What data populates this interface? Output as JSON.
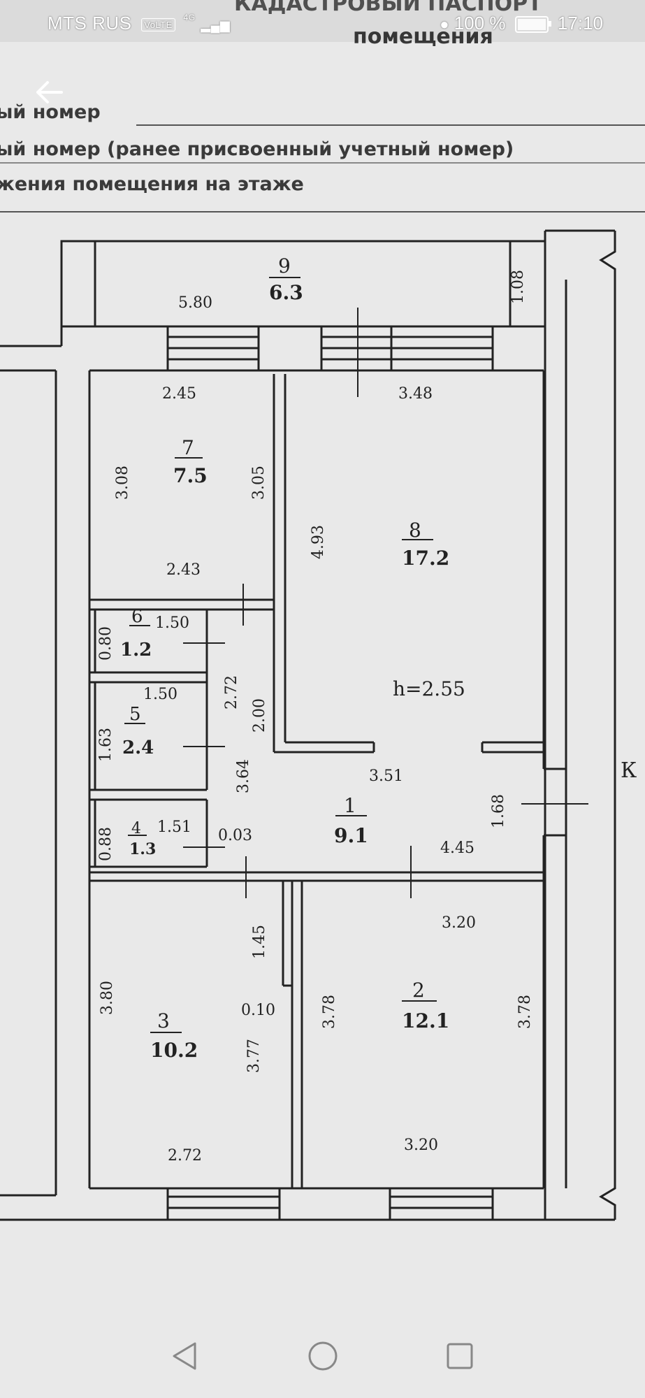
{
  "status_bar": {
    "carrier": "MTS RUS",
    "volte": "VoLTE",
    "network": "4G",
    "battery_text": "100 %",
    "time": "17:10"
  },
  "document": {
    "title_line1": "КАДАСТРОВЫЙ ПАСПОРТ",
    "title_line2": "помещения",
    "field1": "ый номер",
    "field2": "ый номер (ранее присвоенный учетный номер)",
    "field3": "жения помещения на этаже"
  },
  "plan": {
    "rooms": [
      {
        "id": "room-9",
        "number": "9",
        "area": "6.3"
      },
      {
        "id": "room-7",
        "number": "7",
        "area": "7.5"
      },
      {
        "id": "room-8",
        "number": "8",
        "area": "17.2"
      },
      {
        "id": "room-6",
        "number": "6",
        "area": "1.2"
      },
      {
        "id": "room-5",
        "number": "5",
        "area": "2.4"
      },
      {
        "id": "room-4",
        "number": "4",
        "area": "1.3"
      },
      {
        "id": "room-1",
        "number": "1",
        "area": "9.1"
      },
      {
        "id": "room-3",
        "number": "3",
        "area": "10.2"
      },
      {
        "id": "room-2",
        "number": "2",
        "area": "12.1"
      }
    ],
    "height": "h=2.55",
    "side_label": "К",
    "dimensions": {
      "d580": "5.80",
      "d108": "1.08",
      "d245": "2.45",
      "d348": "3.48",
      "d308": "3.08",
      "d305": "3.05",
      "d493": "4.93",
      "d243": "2.43",
      "d150a": "1.50",
      "d080": "0.80",
      "d150b": "1.50",
      "d272v": "2.72",
      "d200": "2.00",
      "d163": "1.63",
      "d364": "3.64",
      "d351": "3.51",
      "d168": "1.68",
      "d088": "0.88",
      "d151": "1.51",
      "d003": "0.03",
      "d445": "4.45",
      "d320a": "3.20",
      "d145": "1.45",
      "d380": "3.80",
      "d010": "0.10",
      "d378a": "3.78",
      "d378b": "3.78",
      "d377": "3.77",
      "d272h": "2.72",
      "d320b": "3.20"
    }
  },
  "nav_bar": {
    "back": "back-triangle-icon",
    "home": "home-circle-icon",
    "recents": "recents-square-icon"
  }
}
